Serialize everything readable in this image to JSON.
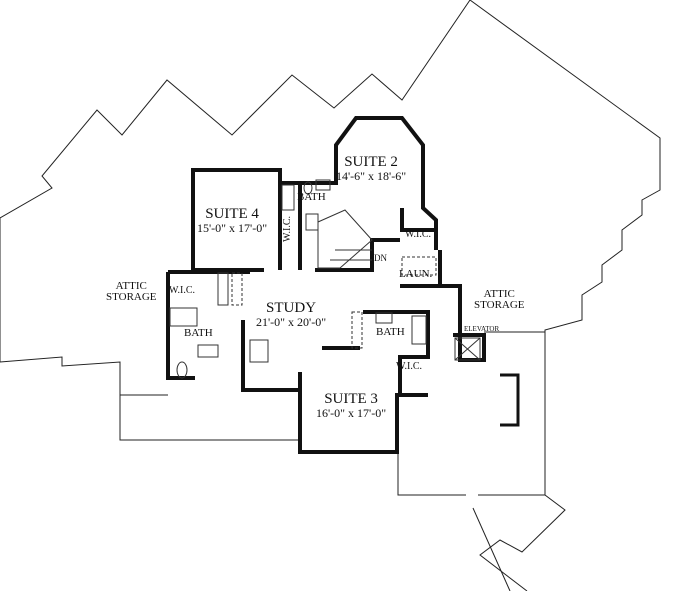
{
  "rooms": {
    "suite2": {
      "name": "SUITE 2",
      "size": "14'-6\" x 18'-6\""
    },
    "suite4": {
      "name": "SUITE 4",
      "size": "15'-0\" x 17'-0\""
    },
    "suite3": {
      "name": "SUITE 3",
      "size": "16'-0\" x 17'-0\""
    },
    "study": {
      "name": "STUDY",
      "size": "21'-0\" x 20'-0\""
    },
    "bath_top": "BATH",
    "bath_left": "BATH",
    "bath_mid": "BATH",
    "wic_suite4": "W.I.C.",
    "wic_suite2": "W.I.C.",
    "wic_left": "W.I.C.",
    "wic_suite3": "W.I.C.",
    "laundry": "LAUN.",
    "stairs_dn": "DN",
    "attic_left": [
      "ATTIC",
      "STORAGE"
    ],
    "attic_right": [
      "ATTIC",
      "STORAGE"
    ],
    "elevator": "ELEVATOR"
  }
}
